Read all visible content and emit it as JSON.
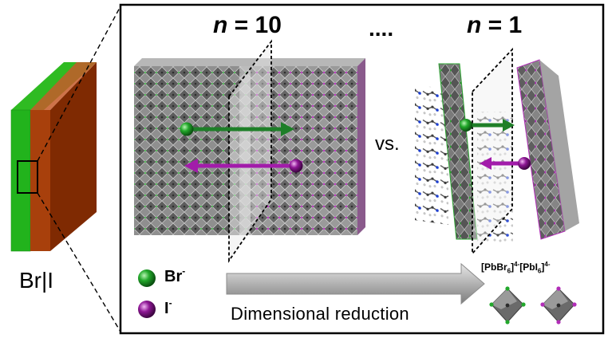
{
  "labels": {
    "n_italic": "n",
    "n10_value": "= 10",
    "ellipsis": "....",
    "n1_value": "= 1",
    "vs": "vs.",
    "br_ion": "Br",
    "br_charge": "-",
    "i_ion": "I",
    "i_charge": "-",
    "interface": "Br|I",
    "dimensional_reduction": "Dimensional reduction",
    "pbbr6_prefix": "[PbBr",
    "pbbr6_sub": "6",
    "pbbr6_bracket": "]",
    "pbbr6_charge": "4-",
    "pbi6_prefix": "[PbI",
    "pbi6_sub": "6",
    "pbi6_bracket": "]",
    "pbi6_charge": "4-"
  },
  "colors": {
    "bromide_green": "#1f9e2c",
    "iodide_purple": "#9b1ea0",
    "slab_orange": "#a8400c",
    "slab_green": "#22b31c",
    "octahedron_gray": "#6a6a6a"
  },
  "icons": [
    "bromide-sphere-icon",
    "iodide-sphere-icon",
    "migration-arrow-icon",
    "reduction-arrow-icon",
    "octahedron-icon"
  ]
}
